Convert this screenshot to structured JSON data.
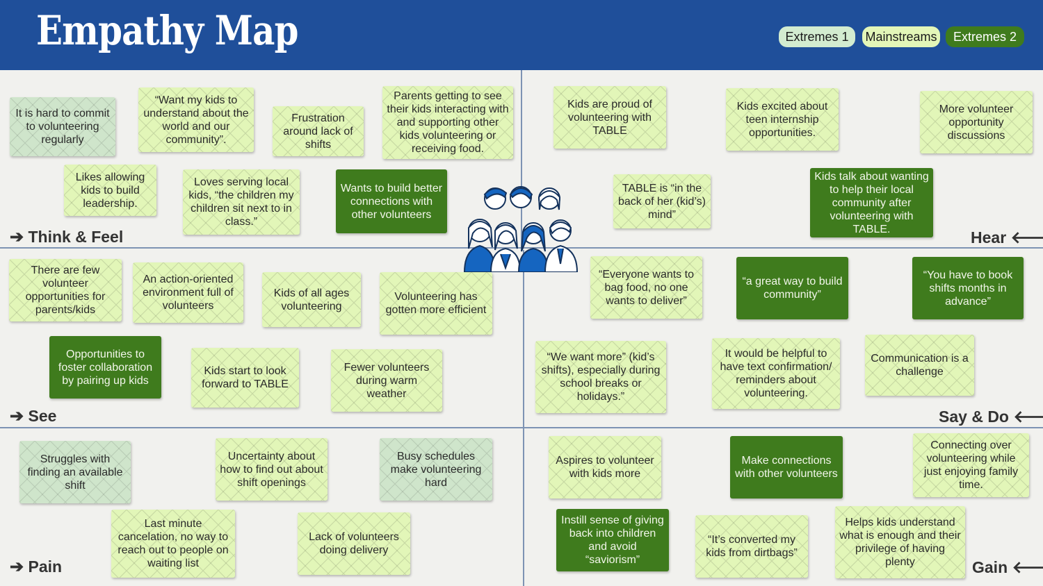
{
  "title": "Empathy Map",
  "legend": [
    {
      "label": "Extremes 1",
      "color": "#d3ecd0"
    },
    {
      "label": "Mainstreams",
      "color": "#e3f6b8"
    },
    {
      "label": "Extremes 2",
      "color": "#3f7b1d"
    }
  ],
  "quadrants": {
    "think_feel": "Think & Feel",
    "hear": "Hear",
    "see": "See",
    "say_do": "Say & Do",
    "pain": "Pain",
    "gain": "Gain"
  },
  "notes": {
    "think_feel": [
      "It is hard to commit to volunteering regularly",
      "“Want my kids to understand about the world and our community”.",
      "Frustration around lack of shifts",
      "Parents getting to see their kids interacting with and supporting other kids volunteering or receiving food.",
      "Likes allowing kids to build leadership.",
      "Loves serving local kids, “the children my children sit next to in class.”",
      "Wants to build better connections with other volunteers"
    ],
    "hear": [
      "Kids are proud of volunteering with TABLE",
      "Kids excited about teen internship opportunities.",
      "More volunteer opportunity discussions",
      "TABLE is “in the back of her (kid’s) mind”",
      "Kids talk about wanting to help their local community after volunteering with TABLE."
    ],
    "see": [
      "There are few volunteer opportunities for parents/kids",
      "An action-oriented environment full of volunteers",
      "Kids of all ages volunteering",
      "Volunteering has gotten more efficient",
      "Opportunities to foster collaboration by pairing up kids",
      "Kids start to look forward to TABLE",
      "Fewer volunteers during warm weather"
    ],
    "say_do": [
      "“Everyone wants to bag food, no one wants to deliver”",
      "“a great way to build community”",
      "“You have to book shifts months in advance”",
      "“We want more” (kid’s shifts), especially during school breaks or holidays.”",
      "It would be helpful to have text confirmation/ reminders about volunteering.",
      "Communication is a challenge"
    ],
    "pain": [
      "Struggles with finding an available shift",
      "Uncertainty about how to find out about shift openings",
      "Busy schedules make volunteering hard",
      "Last minute cancelation, no way to reach out to people on waiting list",
      "Lack of volunteers doing delivery"
    ],
    "gain": [
      "Aspires to volunteer with kids more",
      "Make connections with other volunteers",
      "Connecting over volunteering while just enjoying family time.",
      "Instill sense of giving back into children and avoid “saviorism”",
      "“It’s converted my kids from dirtbags”",
      "Helps kids understand what is enough and their privilege of having plenty"
    ]
  }
}
